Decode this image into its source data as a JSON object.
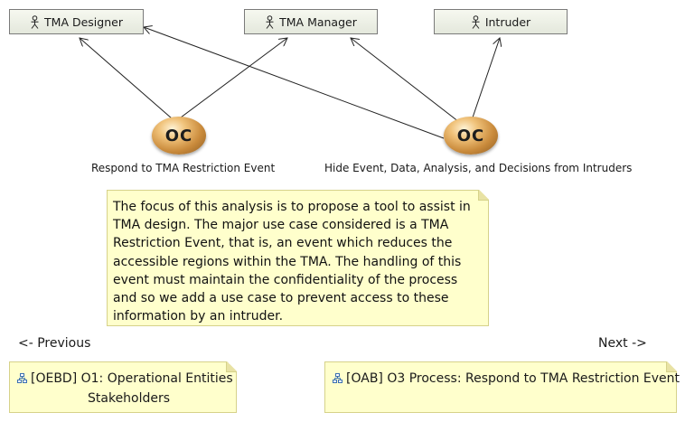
{
  "actors": [
    {
      "label": "TMA Designer",
      "icon": "actor-icon"
    },
    {
      "label": "TMA Manager",
      "icon": "actor-icon"
    },
    {
      "label": "Intruder",
      "icon": "actor-icon"
    }
  ],
  "capabilities": [
    {
      "badge": "OC",
      "label": "Respond to TMA Restriction Event"
    },
    {
      "badge": "OC",
      "label": "Hide Event,  Data, Analysis, and Decisions from Intruders"
    }
  ],
  "note": {
    "text": "The focus of this analysis is to propose a tool to assist in TMA design. The major use case considered is a TMA Restriction Event, that is, an event which reduces the accessible regions within the TMA. The handling of this event must maintain the confidentiality of the process and so we add a use case to prevent access to these information by an intruder."
  },
  "navigation": {
    "previous": "<- Previous",
    "next": "Next ->",
    "previous_link": {
      "line1": "[OEBD] O1: Operational Entities",
      "line2": "Stakeholders",
      "icon": "diagram-link-icon"
    },
    "next_link": {
      "line1": "[OAB] O3 Process: Respond to TMA Restriction Event",
      "icon": "diagram-link-icon"
    }
  },
  "colors": {
    "note_fill": "#ffffcc",
    "actor_fill": "#eef0e6",
    "capability_fill": "#c98a3b"
  }
}
